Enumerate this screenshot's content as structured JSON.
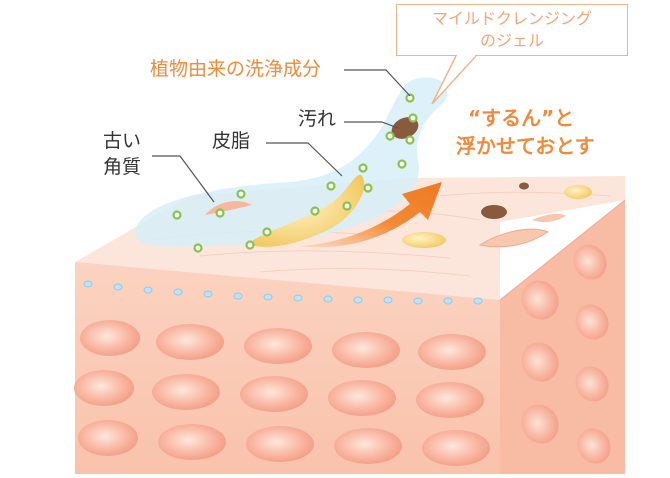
{
  "callout": {
    "line1": "マイルドクレンジング",
    "line2": "のジェル"
  },
  "labels": {
    "ingredient": "植物由来の洗浄成分",
    "dirt": "汚れ",
    "sebum": "皮脂",
    "old_cells_line1": "古い",
    "old_cells_line2": "角質"
  },
  "effect": {
    "line1": "“するん”と",
    "line2": "浮かせておとす"
  },
  "colors": {
    "accent": "#f08a3c",
    "gel": "#d6eef8",
    "skin": "#f9c9b3",
    "cell": "#f6a693",
    "dirt": "#8a5a3c",
    "sebum": "#f5d27a",
    "bubble": "#8bc34a"
  }
}
